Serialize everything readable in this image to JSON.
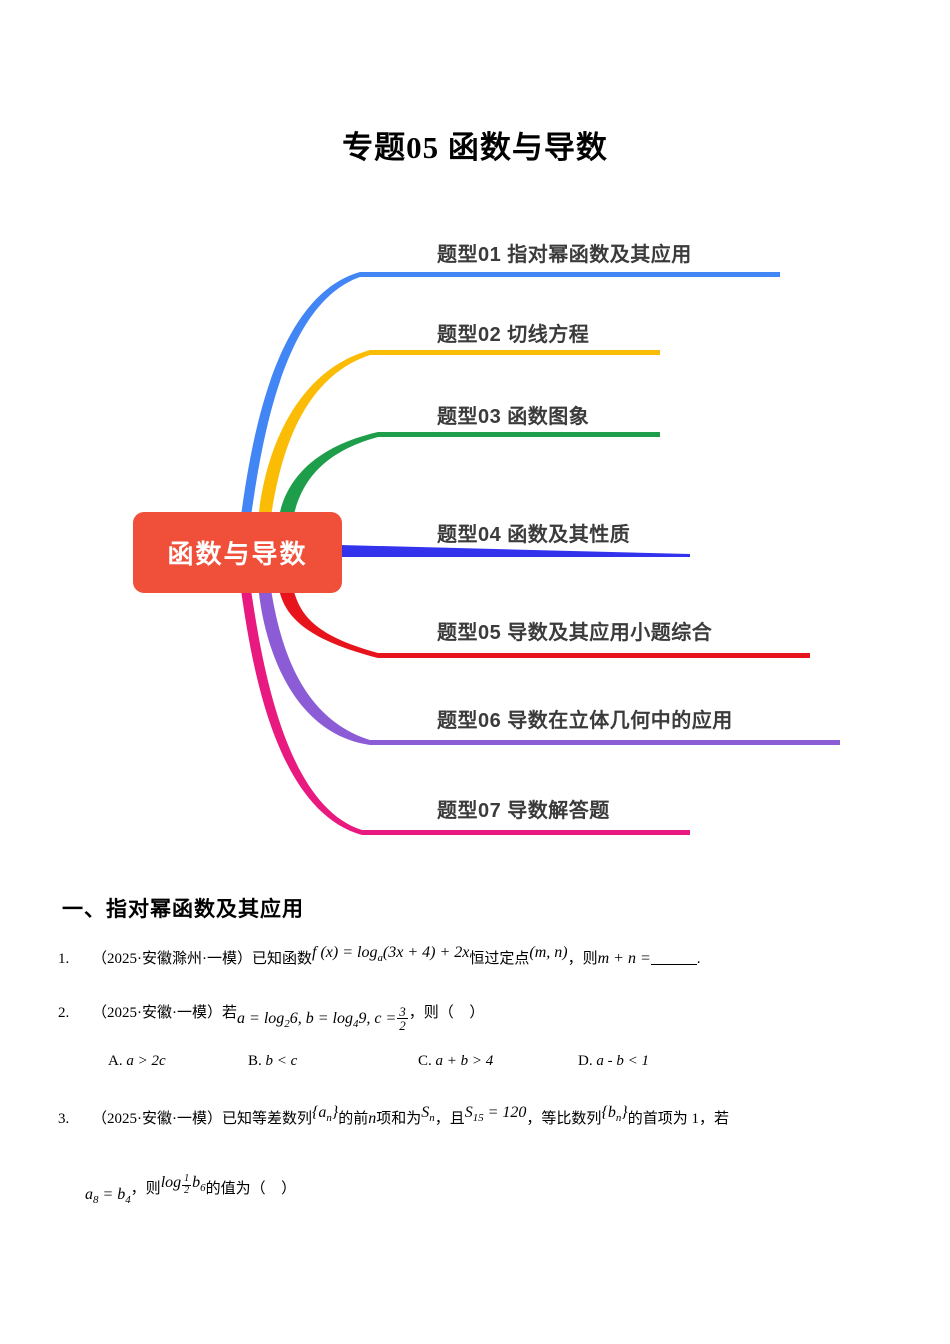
{
  "document": {
    "title": "专题05 函数与导数"
  },
  "mindmap": {
    "center_node": {
      "label": "函数与导数",
      "background_color": "#F0503A",
      "text_color": "#FFFFFF"
    },
    "branches": [
      {
        "label": "题型01 指对幂函数及其应用",
        "color": "#4285F4"
      },
      {
        "label": "题型02 切线方程",
        "color": "#FBBC05"
      },
      {
        "label": "题型03 函数图象",
        "color": "#1E9E4A"
      },
      {
        "label": "题型04 函数及其性质",
        "color": "#3333EE"
      },
      {
        "label": "题型05 导数及其应用小题综合",
        "color": "#E8141C"
      },
      {
        "label": "题型06 导数在立体几何中的应用",
        "color": "#8B5CD6"
      },
      {
        "label": "题型07 导数解答题",
        "color": "#E8197F"
      }
    ]
  },
  "content": {
    "section_heading": "一、指对幂函数及其应用",
    "problems": [
      {
        "number": "1.",
        "source": "（2025·安徽滁州·一模）",
        "text_a": "已知函数",
        "formula_a": "f (x) = log",
        "formula_a_base": "a",
        "formula_a_rest": "(3x + 4) + 2x",
        "text_b": "恒过定点",
        "formula_b": "(m, n)",
        "text_c": "，则",
        "formula_c": "m + n =",
        "text_d": "."
      },
      {
        "number": "2.",
        "source": "（2025·安徽·一模）",
        "text_a": "若",
        "formula_a": "a = log",
        "formula_a_base": "2",
        "formula_a_rest": "6, b = log",
        "formula_a_base2": "4",
        "formula_a_rest2": "9, c =",
        "fraction": {
          "numerator": "3",
          "denominator": "2"
        },
        "text_b": "，则（",
        "text_c": "）",
        "options": [
          {
            "letter": "A.",
            "formula": "a > 2c"
          },
          {
            "letter": "B.",
            "formula": "b < c"
          },
          {
            "letter": "C.",
            "formula": "a + b > 4"
          },
          {
            "letter": "D.",
            "formula": "a - b < 1"
          }
        ]
      },
      {
        "number": "3.",
        "source": "（2025·安徽·一模）",
        "text_a": "已知等差数列",
        "formula_a": "{a",
        "formula_a_sub": "n",
        "formula_a_end": "}",
        "text_b": "的前",
        "formula_b": "n",
        "text_c": "项和为",
        "formula_c": "S",
        "formula_c_sub": "n",
        "text_d": "，且",
        "formula_d": "S",
        "formula_d_sub": "15",
        "formula_d_eq": " = 120",
        "text_e": "，等比数列",
        "formula_e": "{b",
        "formula_e_sub": "n",
        "formula_e_end": "}",
        "text_f": "的首项为 1，若",
        "line2": {
          "formula_a": "a",
          "formula_a_sub": "8",
          "formula_a_eq": " = b",
          "formula_a_sub2": "4",
          "text_a": "，则",
          "log_text": "log",
          "log_base_num": "1",
          "log_base_den": "2",
          "log_arg": "b",
          "log_arg_sub": "6",
          "text_b": "的值为（",
          "text_c": "）"
        }
      }
    ]
  }
}
